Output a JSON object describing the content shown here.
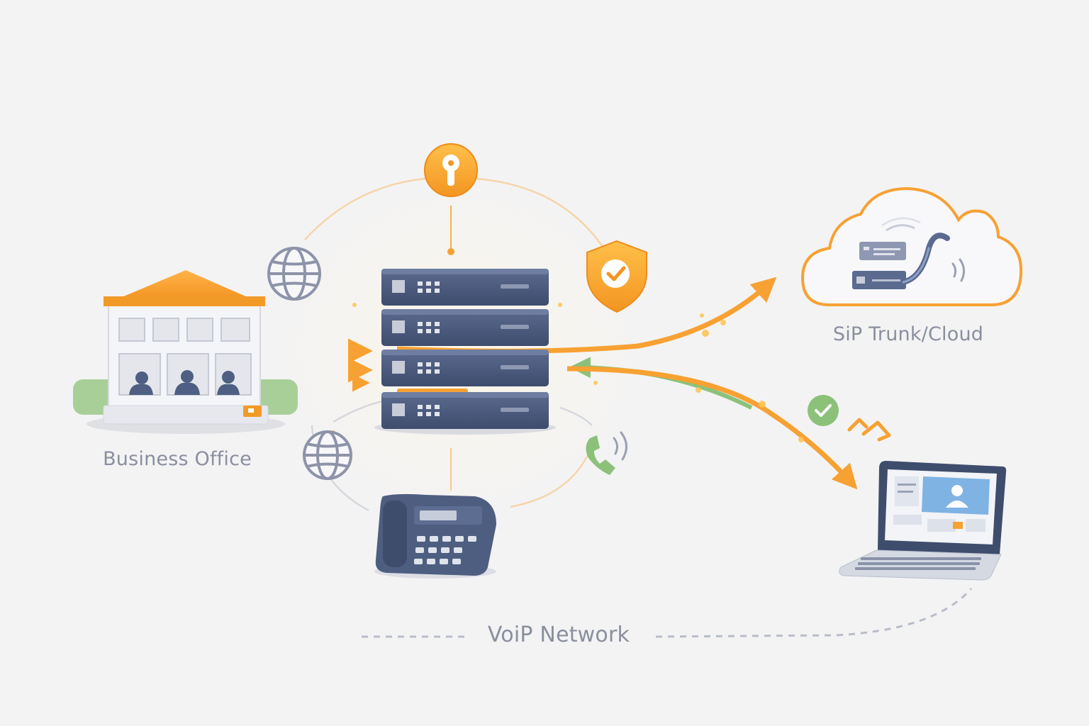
{
  "labels": {
    "office": "Business Office",
    "cloud": "SiP Trunk/Cloud",
    "network": "VoiP Network"
  },
  "colors": {
    "background": "#f3f3f4",
    "accent_orange": "#f7a133",
    "accent_green": "#8cc17a",
    "server_navy": "#4a5a7c",
    "label_gray": "#8a8f9e",
    "globe_gray": "#8d93a8"
  },
  "icons": {
    "top_badge": "keyhole-icon",
    "shield": "shield-check-icon",
    "globes": "globe-icon",
    "call": "phone-call-icon",
    "check": "check-circle-icon",
    "desk_phone": "desk-phone-icon",
    "laptop": "laptop-video-call-icon",
    "cloud": "cloud-server-icon",
    "building": "office-building-icon",
    "server": "server-rack-icon"
  }
}
